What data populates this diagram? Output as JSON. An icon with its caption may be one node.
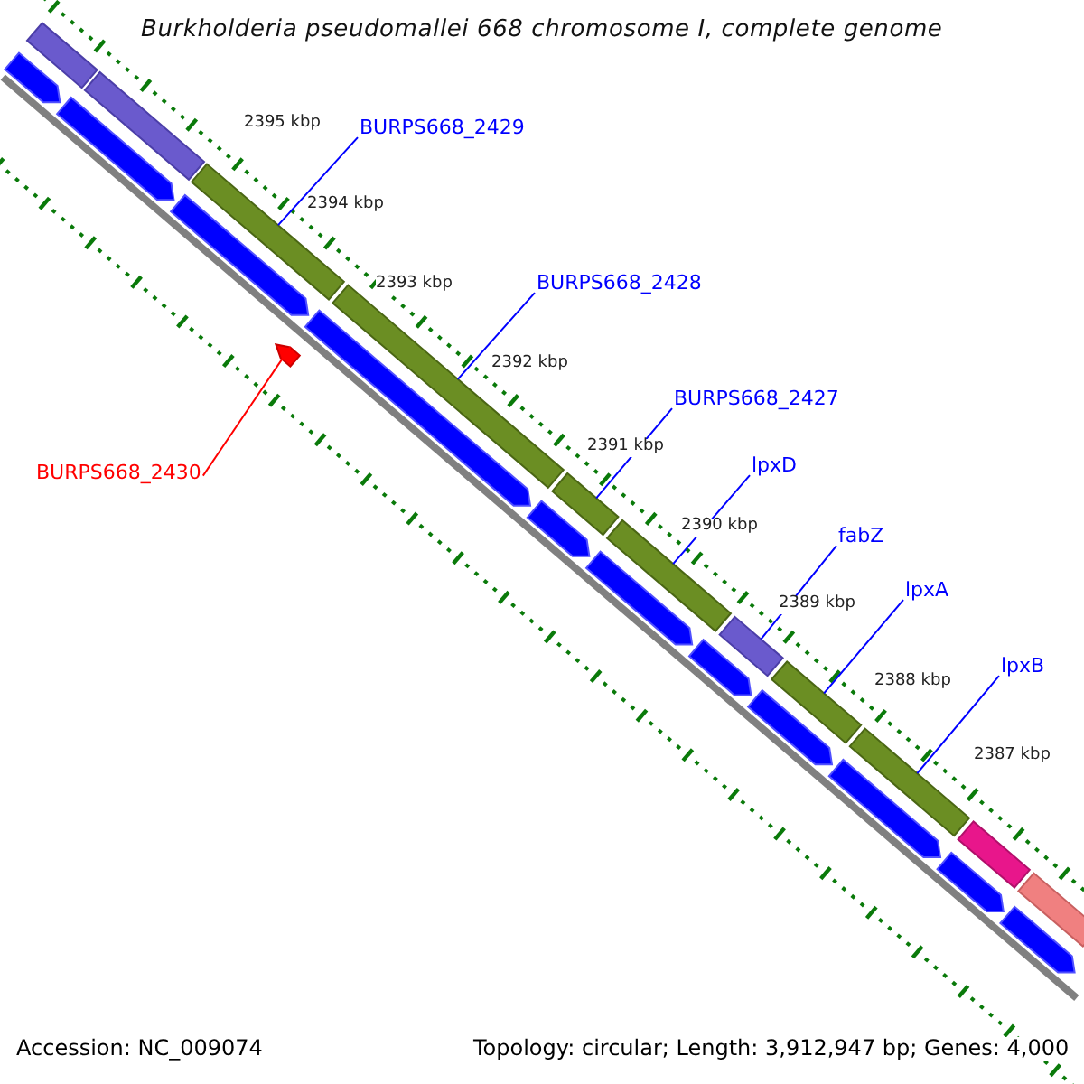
{
  "diagram": {
    "title": "Burkholderia pseudomallei 668 chromosome I, complete genome",
    "nodes": [
      {
        "text": [
          "BURPS668_2429"
        ]
      },
      {
        "text": [
          "BURPS668_2428"
        ]
      },
      {
        "text": [
          "BURPS668_2427"
        ]
      },
      {
        "text": [
          "lpxD"
        ]
      },
      {
        "text": [
          "BURPS668_2430"
        ]
      },
      {
        "text": [
          "fabZ"
        ]
      },
      {
        "text": [
          "lpxA"
        ]
      },
      {
        "text": [
          "lpxB"
        ]
      },
      {
        "text": [],
        "shape": "bar"
      },
      {
        "text": [],
        "shape": "bar"
      },
      {
        "text": [],
        "shape": "bar"
      },
      {
        "text": [],
        "shape": "bar"
      },
      {
        "text": [],
        "shape": "bar"
      },
      {
        "text": [],
        "shape": "bar"
      },
      {
        "text": [],
        "shape": "bar"
      },
      {
        "text": [],
        "shape": "bar"
      },
      {
        "text": [],
        "shape": "bar"
      },
      {
        "text": [],
        "shape": "bar"
      },
      {
        "text": [],
        "shape": "bar"
      },
      {
        "text": [],
        "shape": "arrow"
      },
      {
        "text": [],
        "shape": "arrow"
      },
      {
        "text": [],
        "shape": "arrow"
      },
      {
        "text": [],
        "shape": "arrow"
      },
      {
        "text": [],
        "shape": "arrow"
      },
      {
        "text": [],
        "shape": "arrow"
      },
      {
        "text": [],
        "shape": "arrow"
      },
      {
        "text": [],
        "shape": "arrow"
      },
      {
        "text": [],
        "shape": "arrow"
      },
      {
        "text": [],
        "shape": "arrow"
      },
      {
        "text": [],
        "shape": "arrow"
      },
      {
        "text": [],
        "shape": "arrow"
      }
    ],
    "edges": [
      {
        "from": 0,
        "to": 10,
        "arrow": "none"
      },
      {
        "from": 1,
        "to": 11,
        "arrow": "none"
      },
      {
        "from": 2,
        "to": 12,
        "arrow": "none"
      },
      {
        "from": 3,
        "to": 13,
        "arrow": "none"
      },
      {
        "from": 4,
        "to": 30,
        "arrow": "none",
        "color": "#ff0000"
      },
      {
        "from": 5,
        "to": 14,
        "arrow": "none"
      },
      {
        "from": 6,
        "to": 15,
        "arrow": "none"
      },
      {
        "from": 7,
        "to": 16,
        "arrow": "none"
      }
    ],
    "labels": [
      "2395 kbp",
      "2394 kbp",
      "2393 kbp",
      "2392 kbp",
      "2391 kbp",
      "2390 kbp",
      "2389 kbp",
      "2388 kbp",
      "2387 kbp",
      "Accession: NC_009074",
      "Topology: circular; Length: 3,912,947 bp; Genes: 4,000"
    ]
  }
}
